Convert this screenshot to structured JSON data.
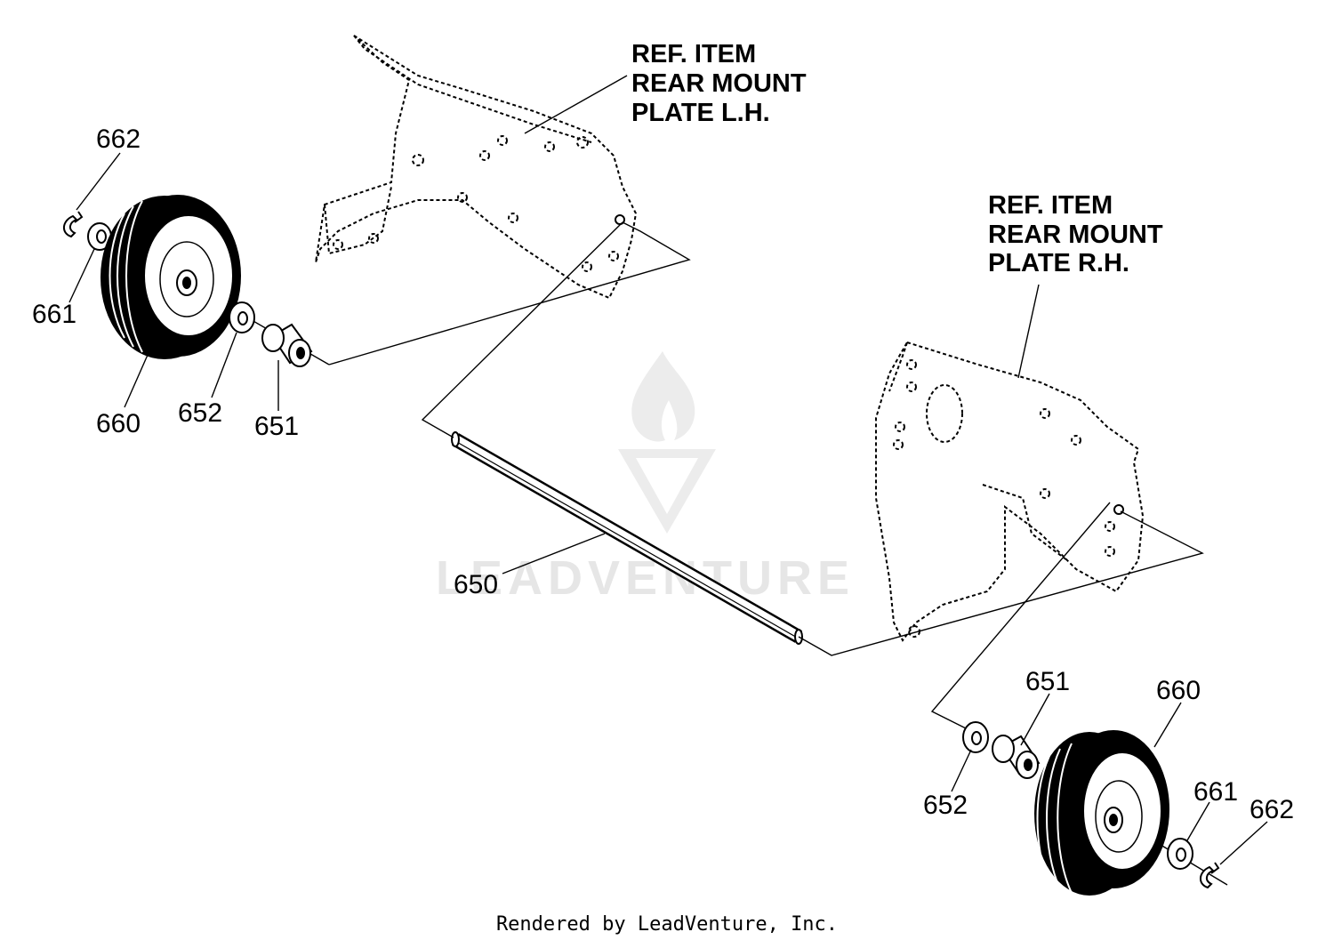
{
  "watermark": {
    "text": "LEADVENTURE"
  },
  "footer": {
    "text": "Rendered by LeadVenture, Inc."
  },
  "references": {
    "left_plate": {
      "line1": "REF. ITEM",
      "line2": "REAR MOUNT",
      "line3": "PLATE L.H."
    },
    "right_plate": {
      "line1": "REF. ITEM",
      "line2": "REAR MOUNT",
      "line3": "PLATE R.H."
    }
  },
  "parts": {
    "left": {
      "clip": "662",
      "washer_outer": "661",
      "wheel": "660",
      "washer_inner": "652",
      "spacer": "651"
    },
    "axle": "650",
    "right": {
      "spacer": "651",
      "wheel": "660",
      "washer_inner": "652",
      "washer_outer": "661",
      "clip": "662"
    }
  }
}
